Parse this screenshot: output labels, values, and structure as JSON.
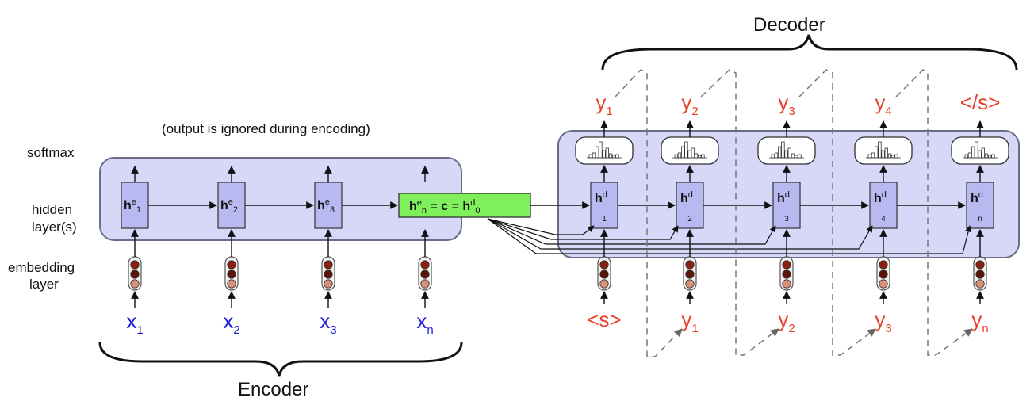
{
  "labels": {
    "softmax": "softmax",
    "hidden_1": "hidden",
    "hidden_2": "layer(s)",
    "embedding_1": "embedding",
    "embedding_2": "layer",
    "note": "(output is ignored during encoding)"
  },
  "titles": {
    "encoder": "Encoder",
    "decoder": "Decoder"
  },
  "encoder": {
    "inputs": [
      {
        "base": "x",
        "sub": "1"
      },
      {
        "base": "x",
        "sub": "2"
      },
      {
        "base": "x",
        "sub": "3"
      },
      {
        "base": "x",
        "sub": "n"
      }
    ],
    "cells": [
      {
        "h": "h",
        "sup": "e",
        "sub": "1"
      },
      {
        "h": "h",
        "sup": "e",
        "sub": "2"
      },
      {
        "h": "h",
        "sup": "e",
        "sub": "3"
      }
    ],
    "context": {
      "h": "h",
      "sup": "e",
      "sub": "n",
      "eq1": " = ",
      "c": "c",
      "eq2": " = ",
      "h2": "h",
      "sup2": "d",
      "sub2": "0"
    }
  },
  "decoder": {
    "cells": [
      {
        "h": "h",
        "sup": "d",
        "sub": "1"
      },
      {
        "h": "h",
        "sup": "d",
        "sub": "2"
      },
      {
        "h": "h",
        "sup": "d",
        "sub": "3"
      },
      {
        "h": "h",
        "sup": "d",
        "sub": "4"
      },
      {
        "h": "h",
        "sup": "d",
        "sub": "n"
      }
    ],
    "outputs": [
      {
        "base": "y",
        "sub": "1"
      },
      {
        "base": "y",
        "sub": "2"
      },
      {
        "base": "y",
        "sub": "3"
      },
      {
        "base": "y",
        "sub": "4"
      },
      {
        "base": "</s>",
        "sub": ""
      }
    ],
    "inputs": [
      {
        "base": "<s>",
        "sub": ""
      },
      {
        "base": "y",
        "sub": "1"
      },
      {
        "base": "y",
        "sub": "2"
      },
      {
        "base": "y",
        "sub": "3"
      },
      {
        "base": "y",
        "sub": "n"
      }
    ]
  },
  "colors": {
    "layer_fill": "#d7d7f7",
    "layer_stroke": "#6b6b8a",
    "cell_fill": "#b9b9f2",
    "context_fill": "#7fef5b",
    "emb_dark": "#8c1f0f",
    "emb_mid": "#5a1508",
    "emb_light": "#d9907a",
    "input_color": "#1a1ae0",
    "output_color": "#e8402a"
  }
}
